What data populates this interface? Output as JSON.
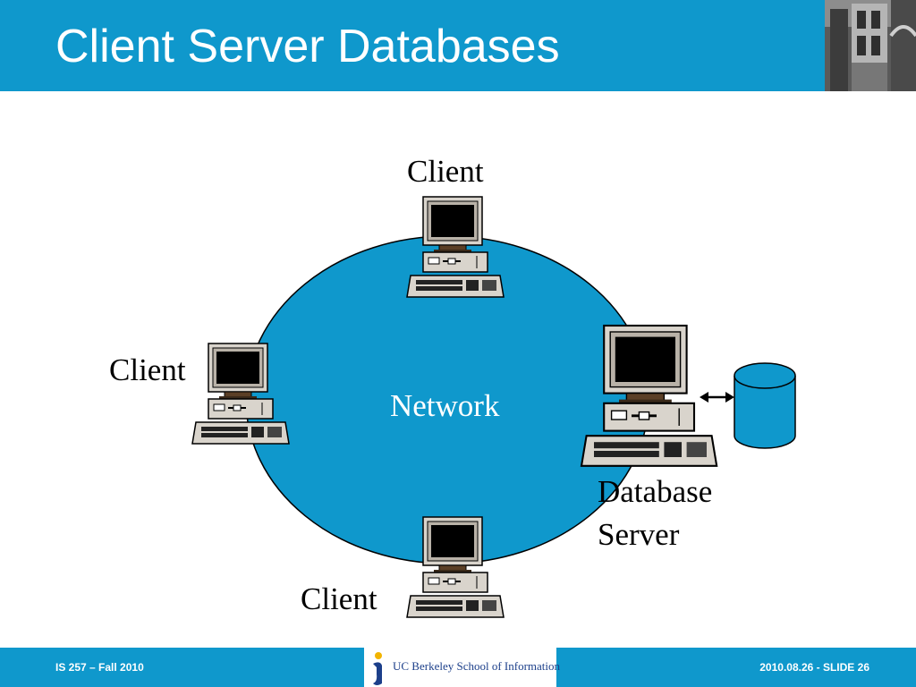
{
  "slide": {
    "title": "Client Server Databases"
  },
  "diagram": {
    "network_label": "Network",
    "client_label": "Client",
    "server_label_line1": "Database",
    "server_label_line2": "Server"
  },
  "footer": {
    "left": "IS 257 – Fall 2010",
    "right": "2010.08.26 - SLIDE 26",
    "logo_text": "UC Berkeley School of Information"
  },
  "colors": {
    "brand_blue": "#0f98cc",
    "network_fill": "#0f98cc",
    "database_fill": "#0f98cc"
  }
}
